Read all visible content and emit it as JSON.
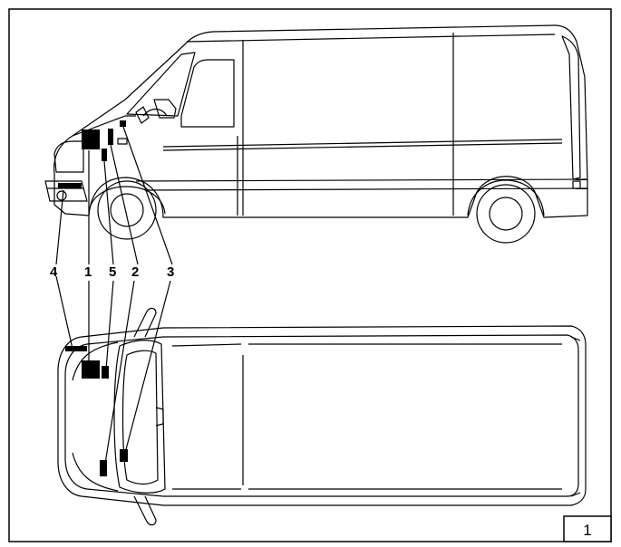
{
  "figure_number": "1",
  "callouts": [
    {
      "id": "4",
      "label": "4"
    },
    {
      "id": "1",
      "label": "1"
    },
    {
      "id": "5",
      "label": "5"
    },
    {
      "id": "2",
      "label": "2"
    },
    {
      "id": "3",
      "label": "3"
    }
  ],
  "colors": {
    "line": "#000000",
    "background": "#ffffff",
    "component": "#000000"
  },
  "views": [
    "side-view-van",
    "top-view-van"
  ]
}
